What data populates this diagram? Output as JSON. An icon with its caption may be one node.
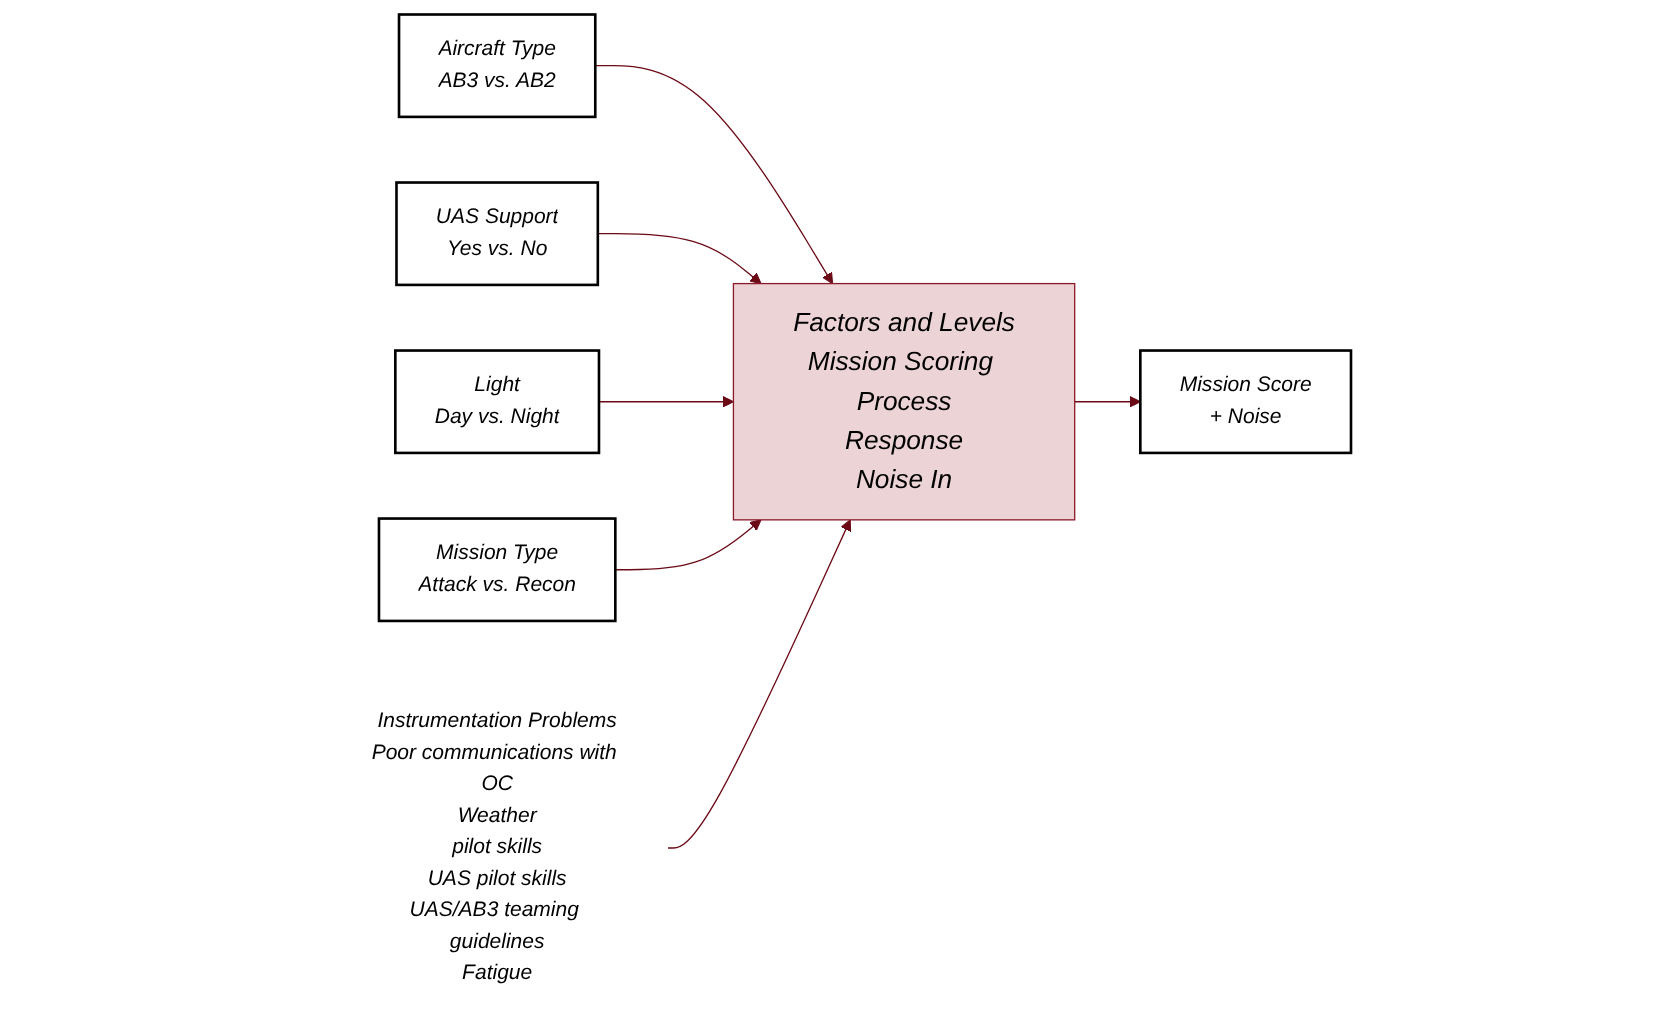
{
  "diagram": {
    "nodes": [
      {
        "text": [
          "Aircraft Type",
          "AB3 vs. AB2"
        ]
      },
      {
        "text": [
          "UAS Support",
          "Yes vs. No"
        ]
      },
      {
        "text": [
          "Light",
          "Day vs. Night"
        ]
      },
      {
        "text": [
          "Mission Type",
          "Attack vs. Recon"
        ]
      },
      {
        "text": [
          "Factors and Levels",
          "Mission Scoring Process",
          "Response",
          "Noise In"
        ]
      },
      {
        "text": [
          "Mission Score",
          "+ Noise"
        ]
      },
      {
        "text": [
          "Instrumentation Problems",
          "Poor communications with OC",
          "Weather",
          "pilot skills",
          "UAS pilot skills",
          "UAS/AB3 teaming guidelines",
          "Fatigue"
        ]
      }
    ],
    "edges": [
      {
        "from": 0,
        "to": 4,
        "arrow": "to"
      },
      {
        "from": 1,
        "to": 4,
        "arrow": "to"
      },
      {
        "from": 2,
        "to": 4,
        "arrow": "to"
      },
      {
        "from": 3,
        "to": 4,
        "arrow": "to"
      },
      {
        "from": 4,
        "to": 5,
        "arrow": "to"
      },
      {
        "from": 6,
        "to": 4,
        "arrow": "to"
      }
    ]
  }
}
